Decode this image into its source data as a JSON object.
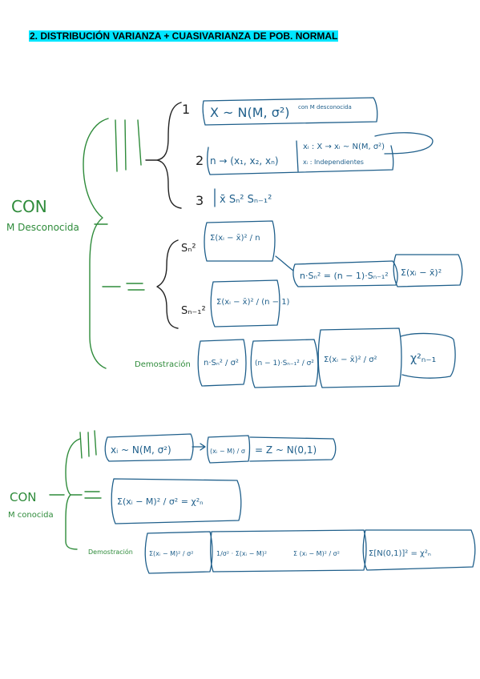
{
  "document": {
    "title": "2. DISTRIBUCIÓN VARIANZA + CUASIVARIANZA DE POB. NORMAL"
  },
  "notes": {
    "section1": {
      "root_label_1": "CON",
      "root_label_2": "M Desconocida",
      "step1_num": "1",
      "step1_formula": "X ~ N(M, σ²)",
      "step1_note": "con M desconocida",
      "step2_num": "2",
      "step2_formula": "n → (x₁, x₂, xₙ)",
      "step2_note1": "xᵢ : X → xᵢ ~ N(M, σ²)",
      "step2_note2": "xᵢ : Independientes",
      "step3_num": "3",
      "step3_formula": "x̄   Sₙ²   Sₙ₋₁²",
      "sn2_label": "Sₙ²",
      "sn2_formula": "Σ(xᵢ − x̄)² / n",
      "sn12_label": "Sₙ₋₁²",
      "sn12_formula": "Σ(xᵢ − x̄)² / (n − 1)",
      "relation": "n·Sₙ² = (n − 1)·Sₙ₋₁²",
      "relation_sum": "Σ(xᵢ − x̄)²",
      "demo_label": "Demostración",
      "demo_1": "n·Sₙ² / σ²",
      "demo_2": "(n − 1)·Sₙ₋₁² / σ²",
      "demo_3": "Σ(xᵢ − x̄)² / σ²",
      "demo_result": "χ²ₙ₋₁"
    },
    "section2": {
      "root_label_1": "CON",
      "root_label_2": "M conocida",
      "line1_a": "xᵢ ~ N(M, σ²)",
      "line1_b": "(xᵢ − M) / σ",
      "line1_c": "= Z ~ N(0,1)",
      "line2": "Σ(xᵢ − M)² / σ² = χ²ₙ",
      "demo_label": "Demostración",
      "demo_1": "Σ(xᵢ − M)² / σ²",
      "demo_2": "1/σ² · Σ(xᵢ − M)²",
      "demo_3": "Σ (xᵢ − M)² / σ²",
      "demo_4": "Σ[N(0,1)]² = χ²ₙ"
    }
  }
}
